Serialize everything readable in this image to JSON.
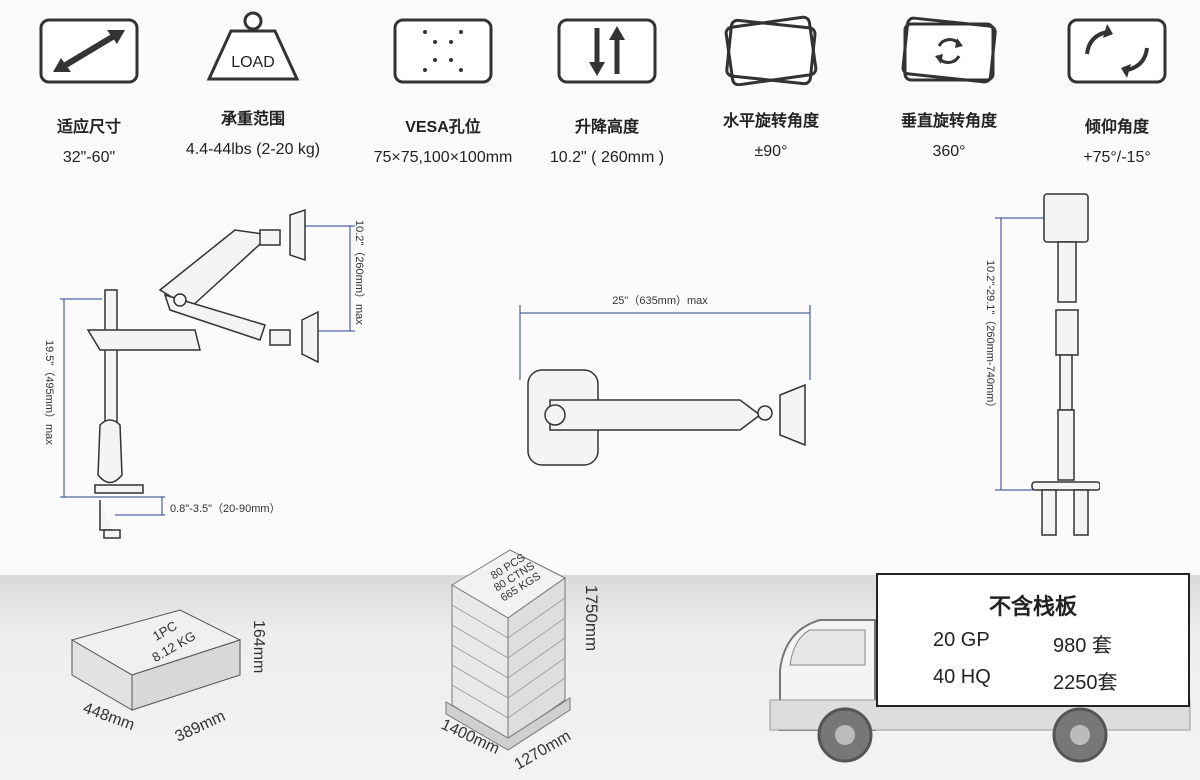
{
  "specs": [
    {
      "icon": "diagonal-arrow-icon",
      "label": "适应尺寸",
      "value": "32\"-60\""
    },
    {
      "icon": "load-weight-icon",
      "icon_text": "LOAD",
      "label": "承重范围",
      "value": "4.4-44lbs (2-20 kg)"
    },
    {
      "icon": "vesa-holes-icon",
      "label": "VESA孔位",
      "value": "75×75,100×100mm"
    },
    {
      "icon": "up-down-arrows-icon",
      "label": "升降高度",
      "value": "10.2\" ( 260mm )"
    },
    {
      "icon": "swivel-icon",
      "label": "水平旋转角度",
      "value": "±90°"
    },
    {
      "icon": "rotate-icon",
      "label": "垂直旋转角度",
      "value": "360°"
    },
    {
      "icon": "tilt-icon",
      "label": "倾仰角度",
      "value": "+75°/-15°"
    }
  ],
  "side_view": {
    "height_label": "19.5\"（495mm）max",
    "lift_label": "10.2\"（260mm）max",
    "clamp_label": "0.8\"-3.5\"（20-90mm）"
  },
  "top_view": {
    "reach_label": "25\"（635mm）max"
  },
  "front_view": {
    "range_label": "10.2\"-29.1\"（260mm-740mm）"
  },
  "carton": {
    "line1": "1PC",
    "line2": "8.12 KG",
    "height": "164mm",
    "length": "448mm",
    "width": "389mm"
  },
  "pallet": {
    "line1": "80 PCS",
    "line2": "80 CTNS",
    "line3": "665 KGS",
    "height": "1750mm",
    "length": "1400mm",
    "width": "1270mm"
  },
  "shipping": {
    "title": "不含栈板",
    "rows": [
      {
        "container": "20 GP",
        "qty": "980 套"
      },
      {
        "container": "40 HQ",
        "qty": "2250套"
      }
    ]
  }
}
